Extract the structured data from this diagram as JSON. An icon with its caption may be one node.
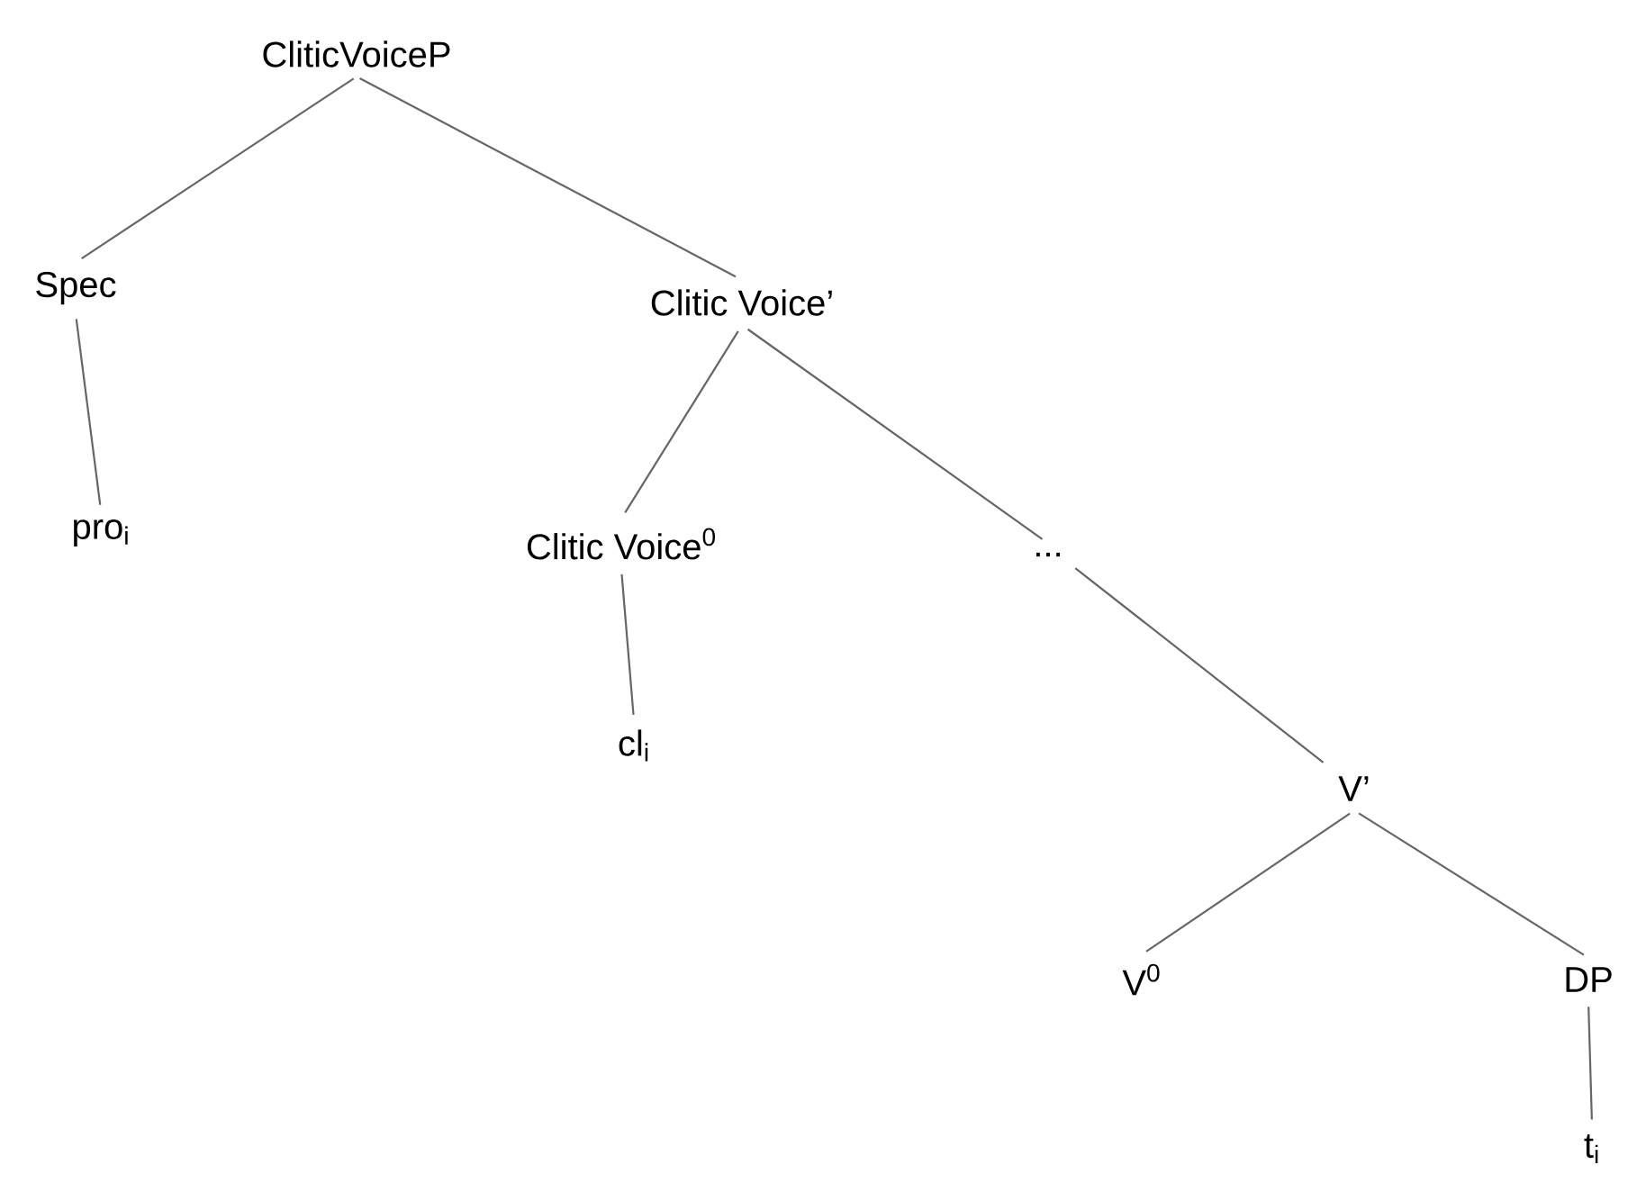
{
  "diagram": {
    "nodes": [
      {
        "text": [
          "CliticVoiceP"
        ]
      },
      {
        "text": [
          "Spec"
        ]
      },
      {
        "text": [
          "Clitic Voice’"
        ]
      },
      {
        "text": [
          "pro$_{i}$"
        ]
      },
      {
        "text": [
          "Clitic Voice$^{0}$"
        ]
      },
      {
        "text": [
          "..."
        ]
      },
      {
        "text": [
          "cl$_{i}$"
        ]
      },
      {
        "text": [
          "V’"
        ]
      },
      {
        "text": [
          "V$^{0}$"
        ]
      },
      {
        "text": [
          "DP"
        ]
      },
      {
        "text": [
          "t$_{i}$"
        ]
      }
    ],
    "edges": [
      {
        "from": 0,
        "to": 1,
        "arrow": "none"
      },
      {
        "from": 0,
        "to": 2,
        "arrow": "none"
      },
      {
        "from": 1,
        "to": 3,
        "arrow": "none"
      },
      {
        "from": 2,
        "to": 4,
        "arrow": "none"
      },
      {
        "from": 2,
        "to": 5,
        "arrow": "none"
      },
      {
        "from": 4,
        "to": 6,
        "arrow": "none"
      },
      {
        "from": 5,
        "to": 7,
        "arrow": "none"
      },
      {
        "from": 7,
        "to": 8,
        "arrow": "none"
      },
      {
        "from": 7,
        "to": 9,
        "arrow": "none"
      },
      {
        "from": 9,
        "to": 10,
        "arrow": "none"
      }
    ]
  }
}
